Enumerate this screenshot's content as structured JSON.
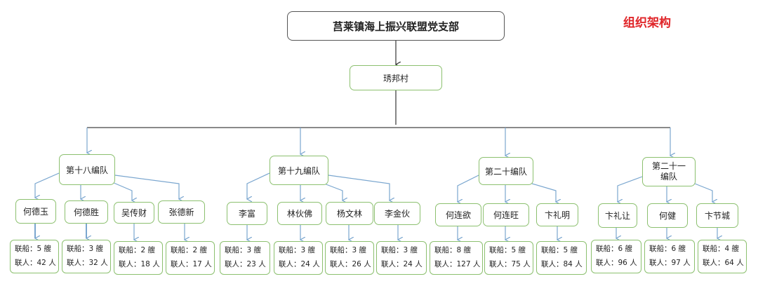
{
  "root": "莒莱镇海上振兴联盟党支部",
  "title": "组织架构",
  "village": "琇邦村",
  "groups": [
    {
      "name": "第十八编队",
      "members": [
        {
          "name": "何德玉",
          "ships": "联船：5 艘",
          "people": "联人：42 人"
        },
        {
          "name": "何德胜",
          "ships": "联船：3 艘",
          "people": "联人：32 人"
        },
        {
          "name": "吴传财",
          "ships": "联船：2 艘",
          "people": "联人：18 人"
        },
        {
          "name": "张德新",
          "ships": "联船：2 艘",
          "people": "联人：17 人"
        }
      ]
    },
    {
      "name": "第十九编队",
      "members": [
        {
          "name": "李富",
          "ships": "联船：3 艘",
          "people": "联人：23 人"
        },
        {
          "name": "林伙佛",
          "ships": "联船：3 艘",
          "people": "联人：24 人"
        },
        {
          "name": "杨文林",
          "ships": "联船：3 艘",
          "people": "联人：26 人"
        },
        {
          "name": "李金伙",
          "ships": "联船：3 艘",
          "people": "联人：24 人"
        }
      ]
    },
    {
      "name": "第二十编队",
      "members": [
        {
          "name": "何连欲",
          "ships": "联船：8 艘",
          "people": "联人：127 人"
        },
        {
          "name": "何连旺",
          "ships": "联船：5 艘",
          "people": "联人：75 人"
        },
        {
          "name": "卞礼明",
          "ships": "联船：5 艘",
          "people": "联人：84 人"
        }
      ]
    },
    {
      "name": "第二十一编队",
      "members": [
        {
          "name": "卞礼让",
          "ships": "联船：6 艘",
          "people": "联人：96 人"
        },
        {
          "name": "何健",
          "ships": "联船：6 艘",
          "people": "联人：97 人"
        },
        {
          "name": "卞节城",
          "ships": "联船：4 艘",
          "people": "联人：64 人"
        }
      ]
    }
  ]
}
